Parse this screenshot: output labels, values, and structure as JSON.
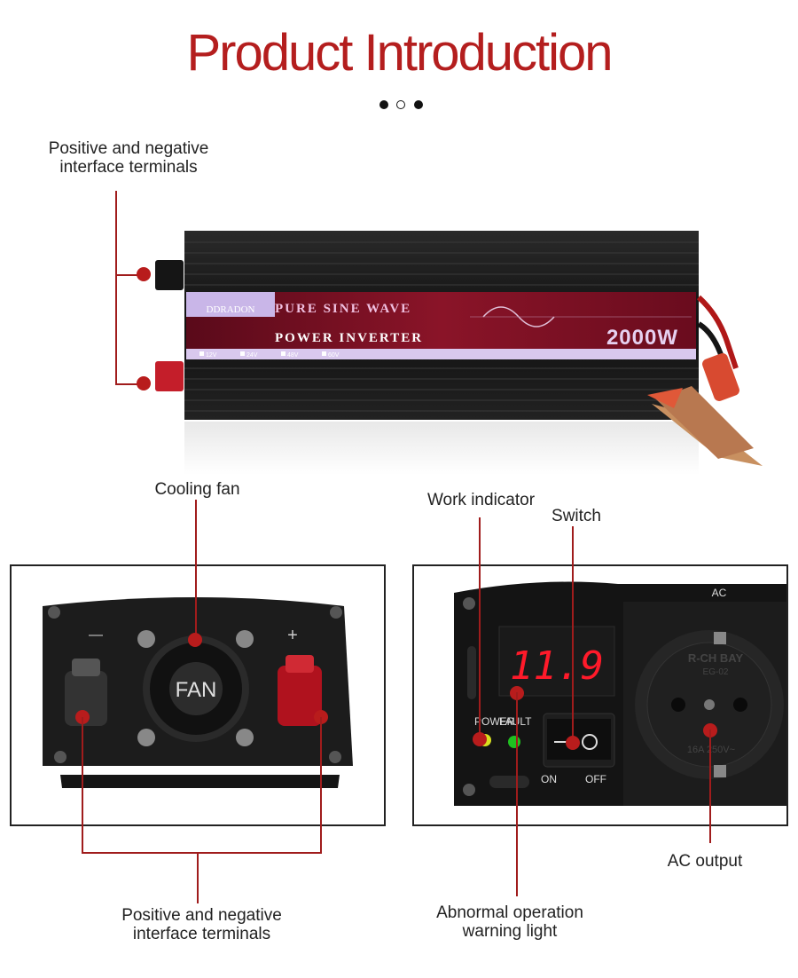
{
  "header": {
    "title": "Product Introduction"
  },
  "carousel": {
    "dots": [
      "filled",
      "hollow",
      "filled"
    ]
  },
  "product": {
    "brand": "DDRADON",
    "line1": "PURE SINE WAVE",
    "line2": "POWER INVERTER",
    "power": "2000W",
    "voltages": [
      "12V",
      "24V",
      "48V",
      "60V"
    ]
  },
  "callouts": {
    "terminals_top": [
      "Positive and negative",
      "interface terminals"
    ],
    "cooling_fan": "Cooling fan",
    "work_indicator": "Work indicator",
    "switch": "Switch",
    "ac_output": "AC output",
    "terminals_bottom": [
      "Positive and negative",
      "interface terminals"
    ],
    "abnormal": [
      "Abnormal operation",
      "warning light"
    ]
  },
  "left_panel": {
    "fan_label": "FAN",
    "minus": "—",
    "plus": "+"
  },
  "right_panel": {
    "display": "11.9",
    "power_label": "POWER",
    "fault_label": "FAULT",
    "on_label": "ON",
    "off_label": "OFF",
    "ac_label": "AC",
    "socket_text1": "R-CH BAY",
    "socket_text2": "EG-02",
    "socket_rating": "16A 250V~"
  },
  "colors": {
    "accent": "#b41e1e",
    "panel": "#7a1020",
    "body": "#1a1a1a"
  }
}
